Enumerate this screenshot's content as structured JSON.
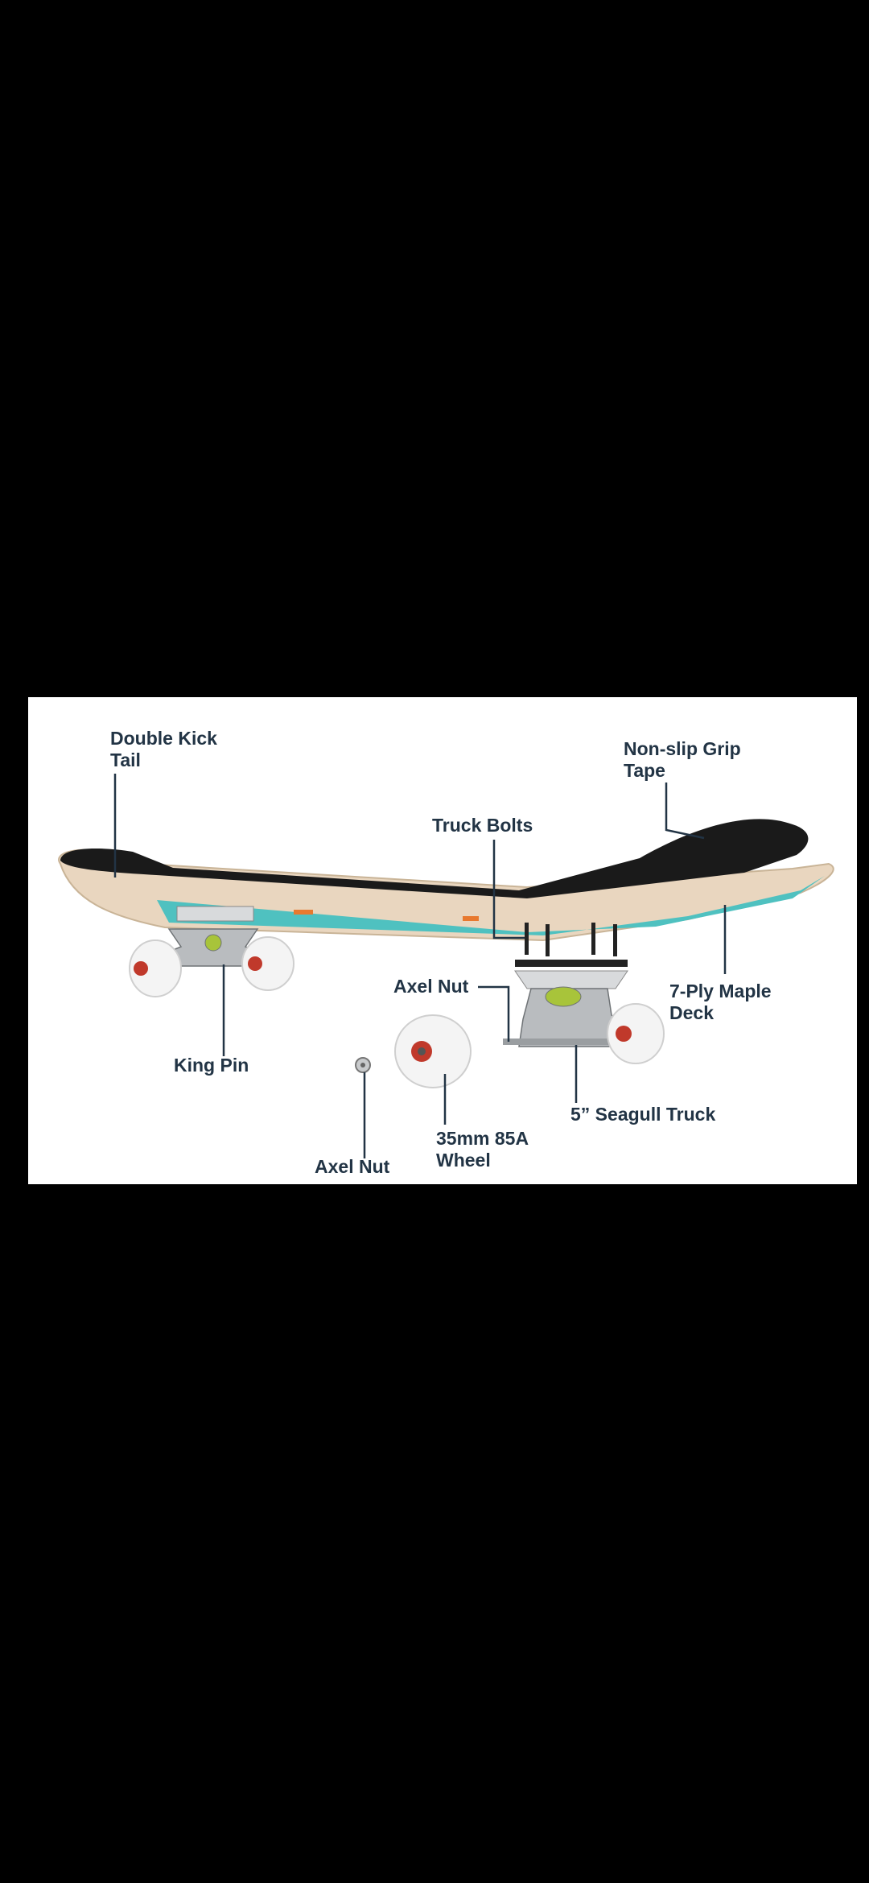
{
  "labels": {
    "double_kick_tail": [
      "Double Kick",
      "Tail"
    ],
    "non_slip_grip_tape": [
      "Non-slip Grip",
      "Tape"
    ],
    "truck_bolts": "Truck Bolts",
    "axel_nut_top": "Axel Nut",
    "seven_ply_maple_deck": [
      "7-Ply Maple",
      "Deck"
    ],
    "king_pin": "King Pin",
    "seagull_truck": "5” Seagull Truck",
    "wheel": [
      "35mm 85A",
      "Wheel"
    ],
    "axel_nut_bottom": "Axel Nut"
  },
  "colors": {
    "label": "#223445",
    "grip_tape": "#1a1a1a",
    "deck_wood": "#e9d6bf",
    "deck_graphic": "#4fc1c0",
    "accent": "#e8792f",
    "wheel": "#f4f4f4",
    "bearing": "#c0392b",
    "metal": "#b9bcbf",
    "bushing": "#a8c43a"
  }
}
